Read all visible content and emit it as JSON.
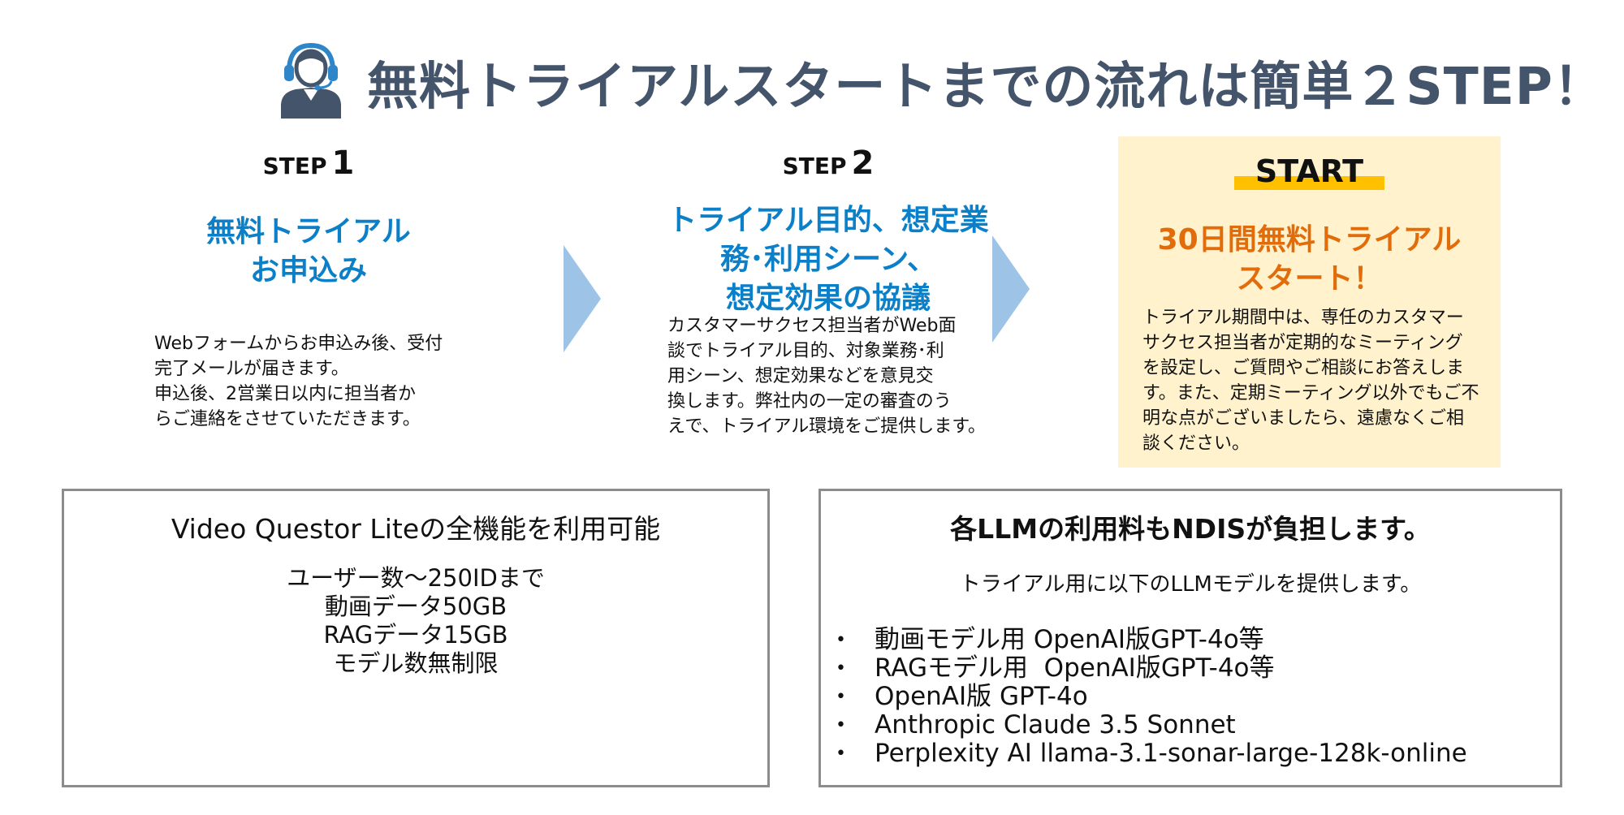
{
  "header": {
    "title": "無料トライアルスタートまでの流れは簡単２STEP！",
    "icon": "support-agent-headset-icon"
  },
  "steps": [
    {
      "label": "STEP",
      "number": "1",
      "heading_lines": [
        "無料トライアル",
        "お申込み"
      ],
      "description_lines": [
        "Webフォームからお申込み後、受付",
        "完了メールが届きます。",
        "申込後、2営業日以内に担当者か",
        "らご連絡をさせていただきます。"
      ]
    },
    {
      "label": "STEP",
      "number": "2",
      "heading_lines": [
        "トライアル目的、想定業",
        "務･利用シーン、",
        "想定効果の協議"
      ],
      "description_lines": [
        "カスタマーサクセス担当者がWeb面",
        "談でトライアル目的、対象業務･利",
        "用シーン、想定効果などを意見交",
        "換します。弊社内の一定の審査のう",
        "えで、トライアル環境をご提供します。"
      ]
    }
  ],
  "start": {
    "label": "START",
    "heading_lines": [
      "30日間無料トライアル",
      "スタート！"
    ],
    "description_lines": [
      "トライアル期間中は、専任のカスタマー",
      "サクセス担当者が定期的なミーティング",
      "を設定し、ご質問やご相談にお答えしま",
      "す。また、定期ミーティング以外でもご不",
      "明な点がございましたら、遠慮なくご相",
      "談ください。"
    ]
  },
  "features_panel": {
    "title": "Video Questor Liteの全機能を利用可能",
    "items": [
      "ユーザー数～250IDまで",
      "動画データ50GB",
      "RAGデータ15GB",
      "モデル数無制限"
    ]
  },
  "llm_panel": {
    "title": "各LLMの利用料もNDISが負担します。",
    "intro": "トライアル用に以下のLLMモデルを提供します。",
    "bullet": "•",
    "items": [
      "動画モデル用 OpenAI版GPT-4o等",
      "RAGモデル用  OpenAI版GPT-4o等",
      "OpenAI版 GPT-4o",
      "Anthropic Claude 3.5 Sonnet",
      "Perplexity AI llama-3.1-sonar-large-128k-online"
    ]
  },
  "colors": {
    "title": "#44546a",
    "step_heading": "#0b80c8",
    "start_heading": "#e36c0a",
    "start_box_bg": "#fff2cc",
    "start_highlight": "#ffc000",
    "arrow": "#9dc3e6",
    "panel_border": "#8c8c8c"
  }
}
